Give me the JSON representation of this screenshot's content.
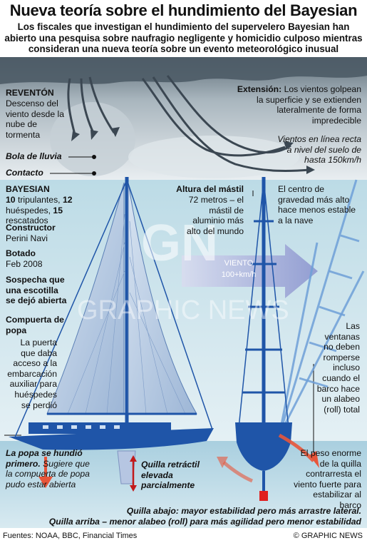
{
  "title": "Nueva teoría sobre el hundimiento del Bayesian",
  "subtitle": "Los fiscales que investigan el hundimiento del supervelero Bayesian han abierto una pesquisa sobre naufragio negligente y homicidio culposo mientras consideran una nueva teoría sobre un evento meteorológico inusual",
  "downburst": {
    "heading": "REVENTÓN",
    "text": "Descenso del viento desde la nube de tormenta",
    "rain_ball": "Bola de lluvia",
    "contact": "Contacto"
  },
  "extension": {
    "heading": "Extensión:",
    "text": "Los vientos golpean la superficie y se extienden lateralmente de forma impredecible",
    "straight_winds": "Vientos en línea recta a nivel del suelo de hasta 150km/h"
  },
  "ship": {
    "heading": "BAYESIAN",
    "crew_num": "10",
    "crew_text": "tripulantes,",
    "guests_num": "12",
    "guests_text": "huéspedes,",
    "rescued_num": "15",
    "rescued_text": "rescatados",
    "builder_label": "Constructor",
    "builder": "Perini Navi",
    "launched_label": "Botado",
    "launched": "Feb 2008",
    "hatch_suspicion": "Sospecha que una escotilla se dejó abierta",
    "stern_hatch_label": "Compuerta de popa",
    "stern_hatch_text": "La puerta que daba acceso a la embarcación auxiliar para huéspedes se perdió"
  },
  "mast": {
    "heading": "Altura del mástil",
    "text": "72 metros – el mástil de aluminio más alto del mundo",
    "gravity": "El centro de gravedad más alto hace menos estable a la nave"
  },
  "wind": {
    "label": "VIENTO",
    "speed": "100+km/h"
  },
  "windows": "Las ventanas no deben romperse incluso cuando el barco hace un alabeo (roll) total",
  "stern_sank_bold": "La popa se hundió primero.",
  "stern_sank_text": "Sugiere que la compuerta de popa pudo estar abierta",
  "keel_retract": "Quilla retráctil elevada parcialmente",
  "keel_weight": "El peso enorme de la quilla contrarresta el viento fuerte para estabilizar al barco",
  "keel_down": "Quilla abajo: mayor estabilidad pero más arrastre lateral.",
  "keel_up": "Quilla arriba – menor alabeo  (roll) para más agilidad pero menor estabilidad",
  "sources": "Fuentes: NOAA, BBC, Financial Times",
  "copyright": "© GRAPHIC NEWS",
  "watermark": {
    "logo": "GN",
    "name": "GRAPHIC NEWS"
  },
  "colors": {
    "hull": "#1f55a8",
    "sail": "#b7cbe3",
    "sea": "#cfe3ee",
    "storm": "#8a9aa6",
    "arrow_red": "#e8553a",
    "wind_arrow": "#9fa8d8"
  },
  "icons": [
    "downward-wind-arrow-icon",
    "spreading-wind-arrow-icon",
    "wind-arrow-icon",
    "rotation-arrow-icon",
    "keel-updown-arrow-icon"
  ]
}
